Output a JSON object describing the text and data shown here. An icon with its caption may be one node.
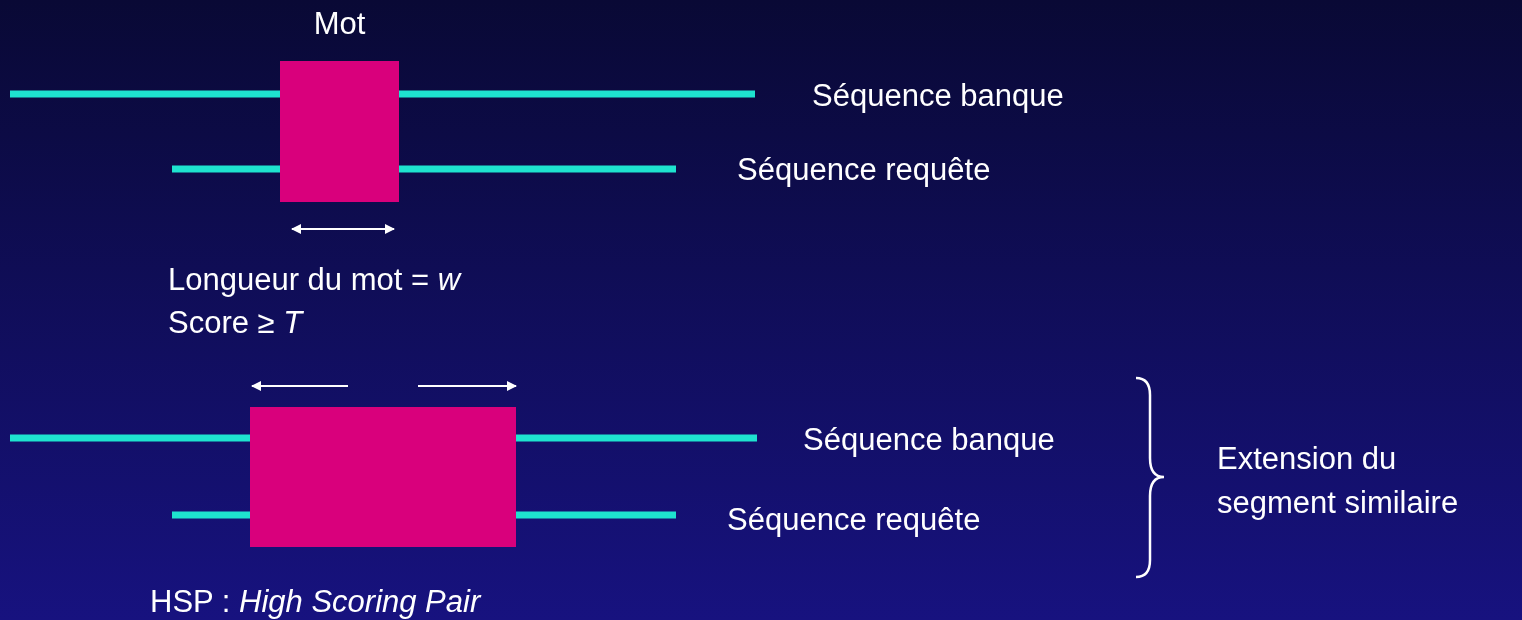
{
  "diagram": {
    "nodes": [
      {
        "text": [
          "Mot"
        ]
      },
      {
        "text": [],
        "shape": "box"
      }
    ],
    "labels": [
      "Séquence banque",
      "Séquence requête",
      "Longueur du mot = *w*",
      "Score  ≥  *T*",
      "Séquence banque",
      "Extension du segment similaire",
      "Séquence requête",
      "HSP : *High Scoring Pair*"
    ]
  }
}
